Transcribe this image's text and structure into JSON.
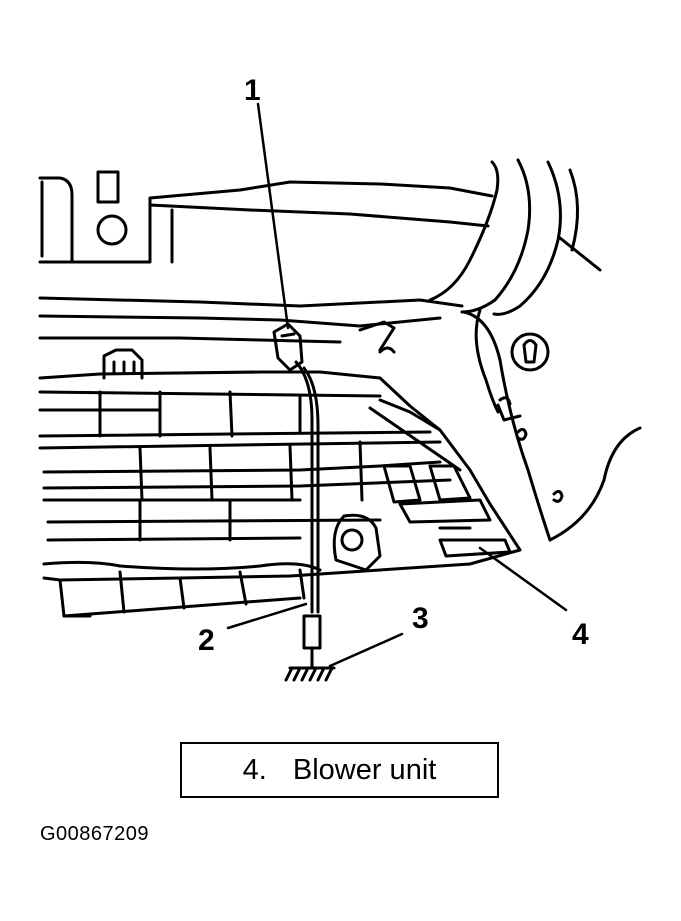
{
  "callouts": {
    "c1": "1",
    "c2": "2",
    "c3": "3",
    "c4": "4"
  },
  "caption": {
    "number": "4.",
    "text": "Blower unit"
  },
  "figure_id": "G00867209",
  "colors": {
    "line": "#000000",
    "background": "#ffffff"
  }
}
